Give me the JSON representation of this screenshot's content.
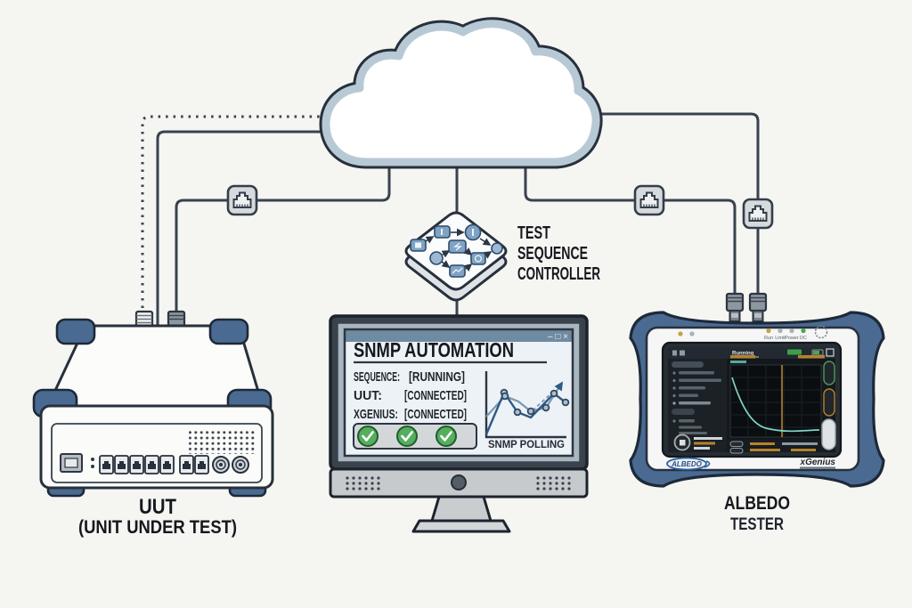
{
  "controller": {
    "lines": [
      "TEST",
      "SEQUENCE",
      "CONTROLLER"
    ]
  },
  "uut": {
    "label": "UUT",
    "sublabel": "(UNIT UNDER TEST)"
  },
  "tester": {
    "label": "ALBEDO",
    "sublabel": "TESTER",
    "brand": "ALBEDO",
    "product": "xGenius",
    "status": "Running",
    "leds": [
      "Run",
      "Limit",
      "Power",
      "DC"
    ]
  },
  "monitor": {
    "controls_text": "– □ ×",
    "title": "SNMP AUTOMATION",
    "rows": [
      {
        "label": "SEQUENCE:",
        "value": "[RUNNING]"
      },
      {
        "label": "UUT:",
        "value": "[CONNECTED]"
      },
      {
        "label": "XGENIUS:",
        "value": "[CONNECTED]"
      }
    ],
    "chart_caption": "SNMP POLLING"
  },
  "colors": {
    "background": "#f5f5f2",
    "outline": "#27303c",
    "cloud_band": "#b8c9d6",
    "device_blue": "#4a6a92",
    "check_green": "#55ad5e",
    "chart_dark": "#2e5a86",
    "chart_light": "#7b97b3",
    "tester_teal": "#7fd4c8",
    "tester_orange": "#b5832c"
  }
}
